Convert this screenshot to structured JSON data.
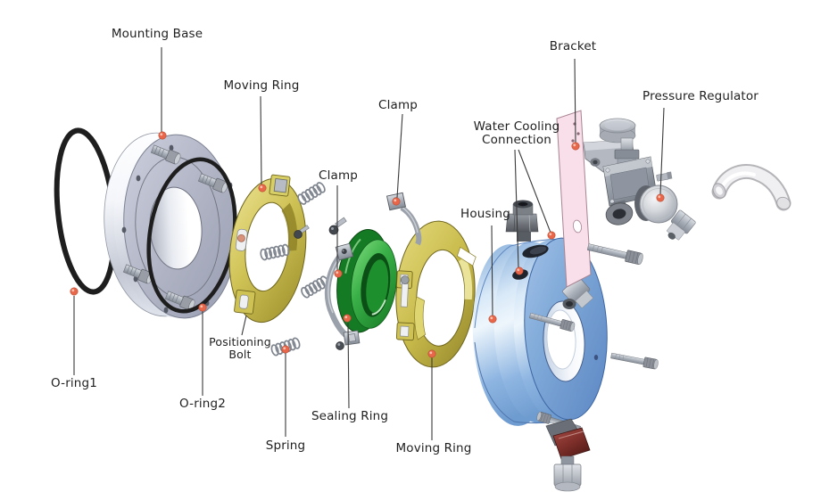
{
  "figure": {
    "type": "exploded-assembly-diagram",
    "background": "#ffffff"
  },
  "labels": {
    "mounting_base": "Mounting Base",
    "moving_ring_top": "Moving Ring",
    "clamp_left": "Clamp",
    "clamp_right": "Clamp",
    "bracket": "Bracket",
    "water_cooling_connection": "Water Cooling\nConnection",
    "pressure_regulator": "Pressure Regulator",
    "housing": "Housing",
    "o_ring1": "O-ring1",
    "o_ring2": "O-ring2",
    "positioning_bolt": "Positioning\nBolt",
    "sealing_ring": "Sealing Ring",
    "spring": "Spring",
    "moving_ring_bottom": "Moving Ring"
  },
  "colors": {
    "marker_dot": "#e8674a",
    "leader_line": "#3a3a3a",
    "label_text": "#1f1f1f",
    "o_ring_black": "#1e1e1e",
    "mounting_base_gray": "#b3b7c7",
    "moving_ring_yellow": "#cfc255",
    "sealing_ring_green": "#2f9e3b",
    "housing_blue": "#7fa9d8",
    "bracket_pink": "#f8dfe9",
    "metal_gray": "#b0b5bd",
    "valve_maroon": "#8e3a34",
    "pipe_white": "#f0f0f2"
  }
}
